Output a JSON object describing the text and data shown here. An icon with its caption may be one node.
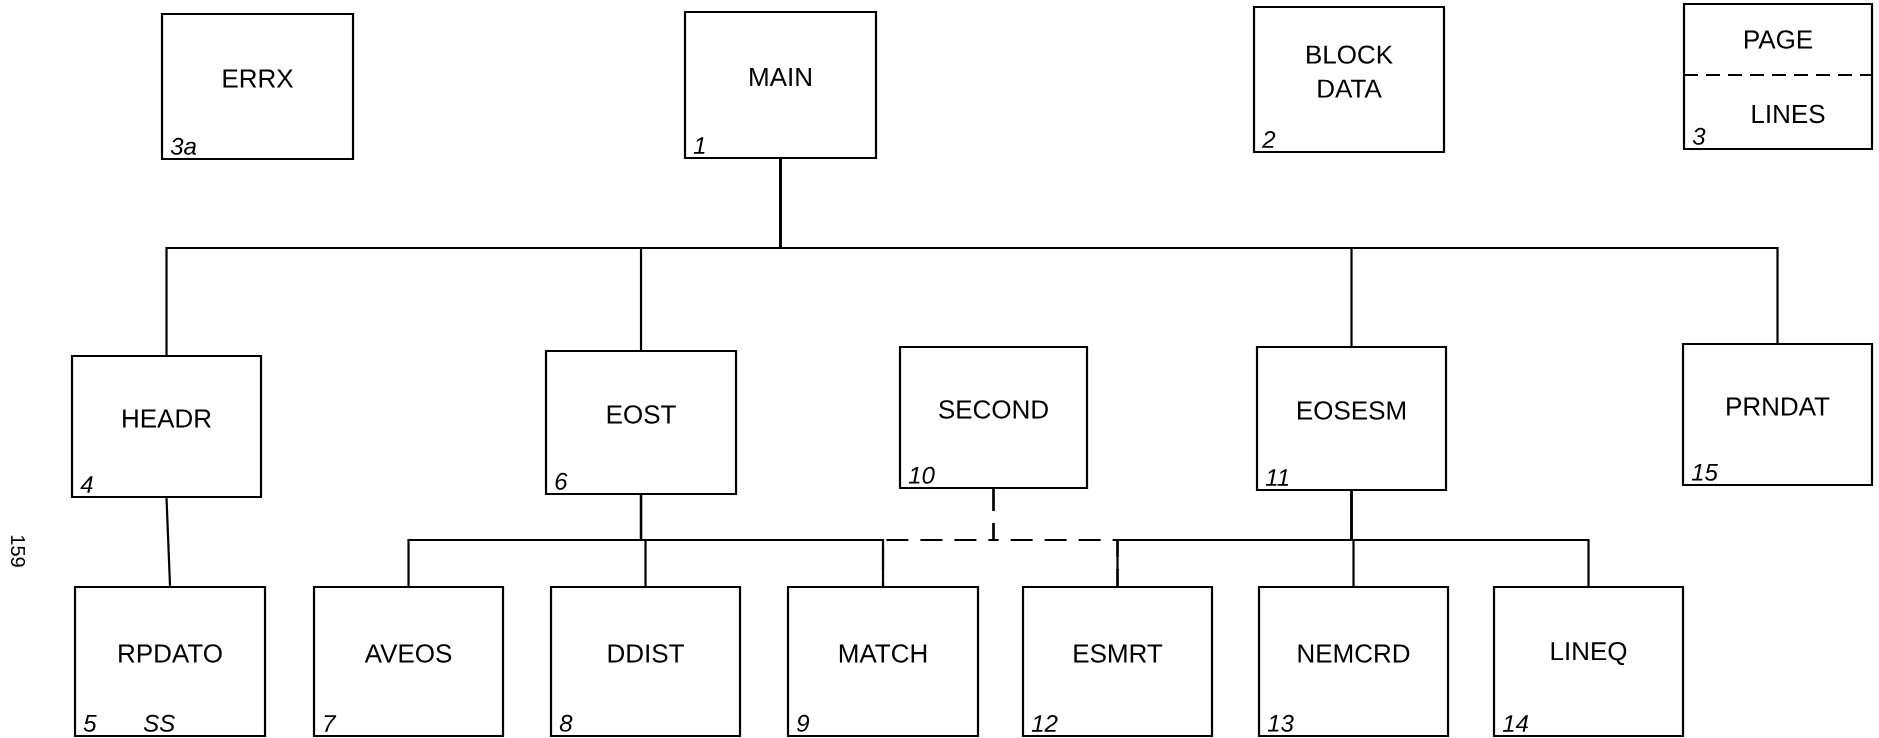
{
  "diagram": {
    "nodes": [
      {
        "text": [
          "ERRX",
          "3a"
        ]
      },
      {
        "text": [
          "MAIN",
          "1"
        ]
      },
      {
        "text": [
          "BLOCK DATA",
          "2"
        ]
      },
      {
        "text": [
          "PAGE",
          "LINES",
          "3"
        ]
      },
      {
        "text": [
          "HEADR",
          "4"
        ]
      },
      {
        "text": [
          "RPDATO",
          "5",
          "SS"
        ]
      },
      {
        "text": [
          "EOST",
          "6"
        ]
      },
      {
        "text": [
          "AVEOS",
          "7"
        ]
      },
      {
        "text": [
          "DDIST",
          "8"
        ]
      },
      {
        "text": [
          "MATCH",
          "9"
        ]
      },
      {
        "text": [
          "SECOND",
          "10"
        ]
      },
      {
        "text": [
          "EOSESM",
          "11"
        ]
      },
      {
        "text": [
          "ESMRT",
          "12"
        ]
      },
      {
        "text": [
          "NEMCRD",
          "13"
        ]
      },
      {
        "text": [
          "LINEQ",
          "14"
        ]
      },
      {
        "text": [
          "PRNDAT",
          "15"
        ]
      }
    ],
    "edges": [
      {
        "from": 1,
        "to": 4,
        "arrow": "none"
      },
      {
        "from": 1,
        "to": 6,
        "arrow": "none"
      },
      {
        "from": 1,
        "to": 11,
        "arrow": "none"
      },
      {
        "from": 1,
        "to": 15,
        "arrow": "none"
      },
      {
        "from": 4,
        "to": 5,
        "arrow": "none"
      },
      {
        "from": 6,
        "to": 7,
        "arrow": "none"
      },
      {
        "from": 6,
        "to": 8,
        "arrow": "none"
      },
      {
        "from": 6,
        "to": 9,
        "arrow": "none"
      },
      {
        "from": 11,
        "to": 12,
        "arrow": "none"
      },
      {
        "from": 11,
        "to": 13,
        "arrow": "none"
      },
      {
        "from": 11,
        "to": 14,
        "arrow": "none"
      },
      {
        "from": 10,
        "to": 9,
        "arrow": "none",
        "style": "dashed"
      },
      {
        "from": 10,
        "to": 12,
        "arrow": "none",
        "style": "dashed"
      }
    ],
    "labels": [
      "159"
    ]
  }
}
